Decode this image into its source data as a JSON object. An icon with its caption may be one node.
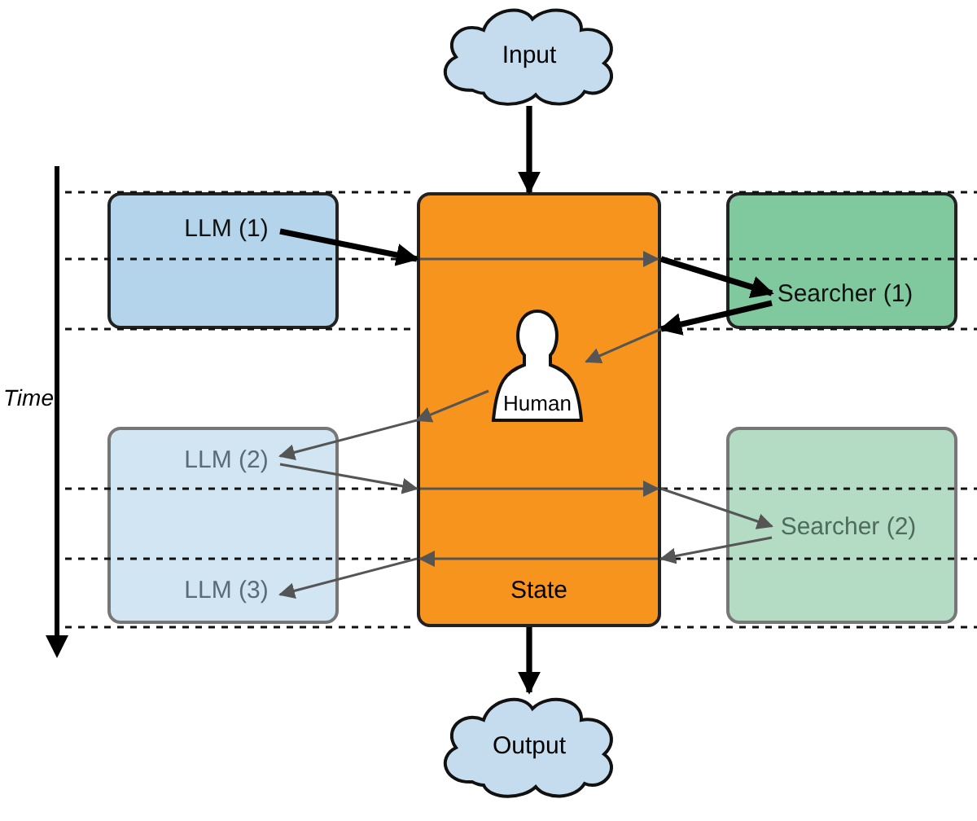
{
  "diagram": {
    "nodes": [
      {
        "text": [
          "Input"
        ]
      },
      {
        "text": [],
        "shape": "box"
      },
      {
        "text": [
          "LLM (1)"
        ],
        "in": 1
      },
      {
        "text": [
          "State"
        ]
      },
      {
        "text": [
          "Human"
        ],
        "in": 3
      },
      {
        "text": [],
        "shape": "box"
      },
      {
        "text": [
          "Searcher (1)"
        ],
        "in": 5
      },
      {
        "text": [],
        "shape": "box"
      },
      {
        "text": [
          "LLM (2)"
        ],
        "in": 7
      },
      {
        "text": [
          "LLM (3)"
        ],
        "in": 7
      },
      {
        "text": [],
        "shape": "box"
      },
      {
        "text": [
          "Searcher (2)"
        ],
        "in": 10
      },
      {
        "text": [
          "Output"
        ]
      }
    ],
    "edges": [
      {
        "from": 0,
        "to": 3,
        "arrow": "to",
        "style": "thick",
        "color": "#000000"
      },
      {
        "from": 2,
        "to": 3,
        "arrow": "to",
        "style": "thick",
        "color": "#000000"
      },
      {
        "from": 3,
        "to": 6,
        "arrow": "to",
        "style": "thick",
        "color": "#000000"
      },
      {
        "from": 6,
        "to": 3,
        "arrow": "to",
        "style": "thick",
        "color": "#000000"
      },
      {
        "from": 3,
        "to": 4,
        "arrow": "to"
      },
      {
        "from": 4,
        "to": 3,
        "arrow": "to"
      },
      {
        "from": 3,
        "to": 8,
        "arrow": "to"
      },
      {
        "from": 8,
        "to": 3,
        "arrow": "to"
      },
      {
        "from": 3,
        "to": 11,
        "arrow": "to"
      },
      {
        "from": 11,
        "to": 3,
        "arrow": "to"
      },
      {
        "from": 3,
        "to": 9,
        "arrow": "to"
      },
      {
        "from": 3,
        "to": 12,
        "arrow": "to",
        "style": "thick",
        "color": "#000000"
      }
    ],
    "labels": [
      "Time"
    ]
  }
}
